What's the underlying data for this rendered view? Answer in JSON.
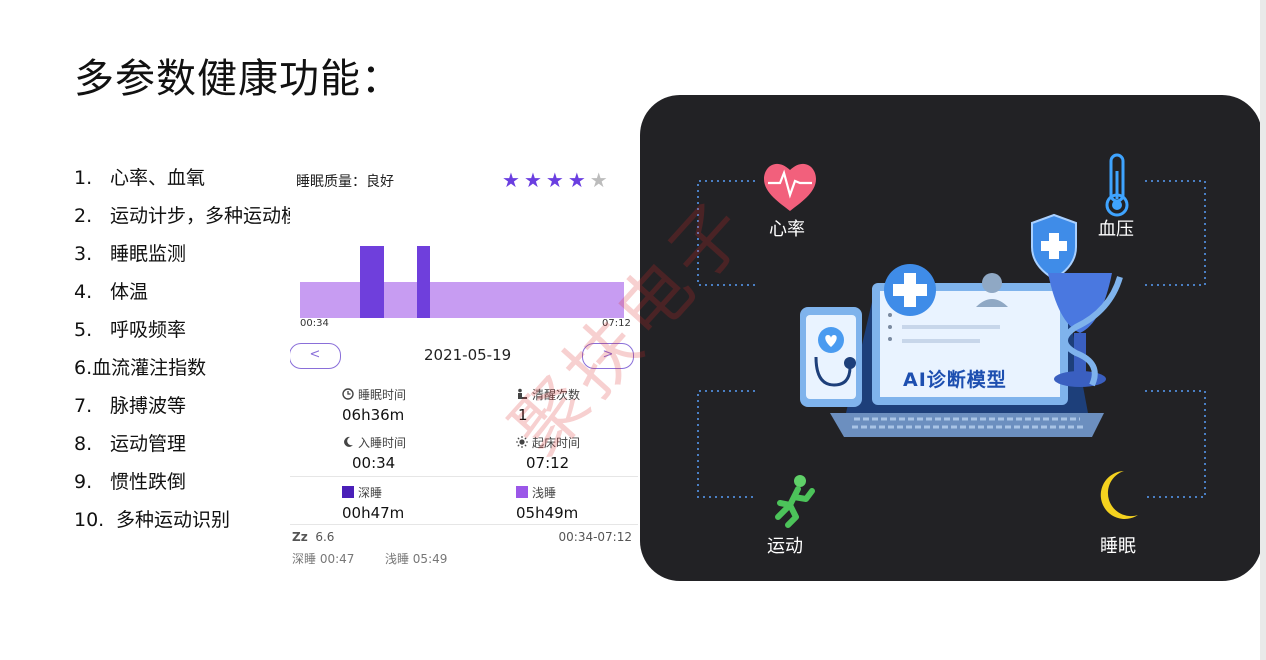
{
  "slide": {
    "title": "多参数健康功能：",
    "features": [
      {
        "num": "1.",
        "text": "心率、血氧"
      },
      {
        "num": "2.",
        "text": "运动计步，多种运动模式"
      },
      {
        "num": "3.",
        "text": "睡眠监测"
      },
      {
        "num": "4.",
        "text": "体温"
      },
      {
        "num": "5.",
        "text": "呼吸频率"
      },
      {
        "num": "6.",
        "text": "血流灌注指数"
      },
      {
        "num": "7.",
        "text": "脉搏波等"
      },
      {
        "num": "8.",
        "text": "运动管理"
      },
      {
        "num": "9.",
        "text": "惯性跌倒"
      },
      {
        "num": "10.",
        "text": "多种运动识别"
      }
    ]
  },
  "sleep": {
    "quality_label": "睡眠质量：良好",
    "rating": 4,
    "rating_max": 5,
    "star_glyph": "★",
    "chart_start": "00:34",
    "chart_end": "07:12",
    "prev": "<",
    "next": ">",
    "date": "2021-05-19",
    "sleep_time_label": "睡眠时间",
    "sleep_time": "06h36m",
    "awake_label": "清醒次数",
    "awake": "1",
    "bed_label": "入睡时间",
    "bed": "00:34",
    "wake_label": "起床时间",
    "wake": "07:12",
    "deep_label": "深睡",
    "deep": "00h47m",
    "light_label": "浅睡",
    "light": "05h49m",
    "zz": "Zz",
    "score": "6.6",
    "range": "00:34-07:12",
    "deep_short_label": "深睡",
    "deep_short": "00:47",
    "light_short_label": "浅睡",
    "light_short": "05:49"
  },
  "ai": {
    "model_label": "AI诊断模型",
    "heart_rate": "心率",
    "blood_pressure": "血压",
    "exercise": "运动",
    "sleep": "睡眠"
  },
  "colors": {
    "deep": "#6f3fdc",
    "light": "#c79cf2",
    "panel_bg": "#222225",
    "accent_blue": "#3fa4ff"
  },
  "watermark": "聚扶电子"
}
